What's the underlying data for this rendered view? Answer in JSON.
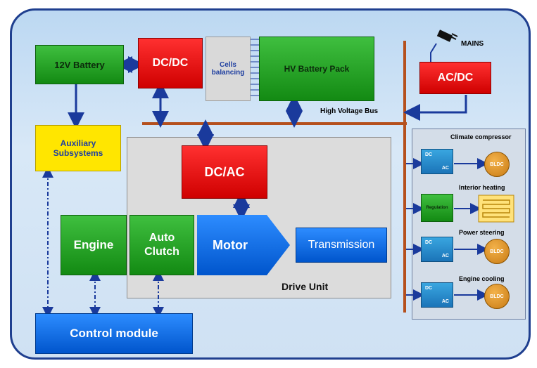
{
  "blocks": {
    "battery_12v": "12V Battery",
    "dcdc": "DC/DC",
    "cells_balancing": "Cells balancing",
    "hv_battery_pack": "HV Battery Pack",
    "acdc": "AC/DC",
    "mains": "MAINS",
    "high_voltage_bus": "High Voltage Bus",
    "auxiliary_subsystems": "Auxiliary Subsystems",
    "dcac": "DC/AC",
    "engine": "Engine",
    "auto_clutch": "Auto Clutch",
    "motor": "Motor",
    "transmission": "Transmission",
    "drive_unit": "Drive Unit",
    "control_module": "Control module"
  },
  "aux": {
    "climate_compressor": "Climate compressor",
    "interior_heating": "Interior heating",
    "power_steering": "Power steering",
    "engine_cooling": "Engine cooling",
    "dc": "DC",
    "ac": "AC",
    "bldc": "BLDC",
    "regulation": "Regulation"
  },
  "colors": {
    "bus": "#b5501d",
    "arrow": "#1a3a9c",
    "green": "#1a9a1a",
    "red": "#e00000",
    "blue": "#0a66e0",
    "yellow": "#ffe600"
  }
}
